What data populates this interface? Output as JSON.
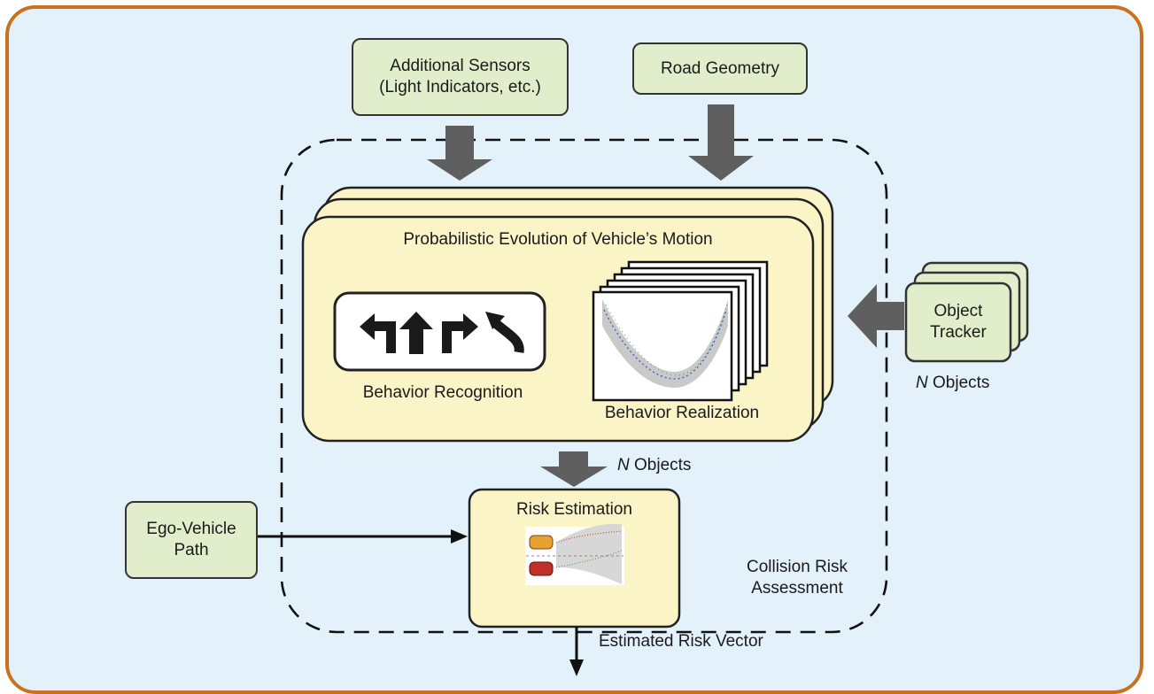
{
  "diagram": {
    "inputs": {
      "additional_sensors": [
        "Additional Sensors",
        "(Light Indicators, etc.)"
      ],
      "road_geometry": "Road Geometry",
      "object_tracker": [
        "Object",
        "Tracker"
      ],
      "ego_vehicle_path": [
        "Ego-Vehicle",
        "Path"
      ]
    },
    "evolution_title": "Probabilistic Evolution of Vehicle’s Motion",
    "behavior_recognition": "Behavior Recognition",
    "behavior_realization": "Behavior Realization",
    "n_objects_tracker": {
      "n": "N",
      "rest": " Objects"
    },
    "n_objects_middle": {
      "n": "N",
      "rest": " Objects"
    },
    "risk_estimation": "Risk Estimation",
    "collision_risk": [
      "Collision Risk",
      "Assessment"
    ],
    "output": "Estimated Risk Vector"
  },
  "colors": {
    "frame_border": "#c8711f",
    "background": "#e3f1fa",
    "input_box": "#e2eecb",
    "evolution_box": "#faf4c7",
    "arrow": "#5f5f5f"
  }
}
